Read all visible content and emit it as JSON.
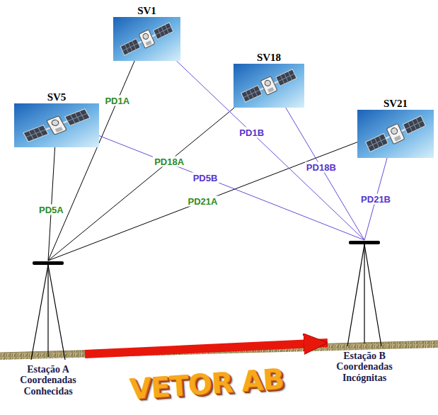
{
  "diagram": {
    "nodes": [
      {
        "text": [
          "SV5"
        ]
      },
      {
        "text": [
          "SV1"
        ]
      },
      {
        "text": [
          "SV18"
        ]
      },
      {
        "text": [
          "SV21"
        ]
      },
      {
        "text": [
          "Estação A Coordenadas Conhecidas"
        ]
      },
      {
        "text": [
          "Estação B Coordenadas Incógnitas"
        ]
      }
    ],
    "edges": [
      {
        "from": 4,
        "to": 0,
        "label": "PD5A",
        "arrow": "none"
      },
      {
        "from": 4,
        "to": 1,
        "label": "PD1A",
        "arrow": "none"
      },
      {
        "from": 4,
        "to": 2,
        "label": "PD18A",
        "arrow": "none"
      },
      {
        "from": 4,
        "to": 3,
        "label": "PD21A",
        "arrow": "none"
      },
      {
        "from": 5,
        "to": 0,
        "label": "PD5B",
        "arrow": "none"
      },
      {
        "from": 5,
        "to": 1,
        "label": "PD1B",
        "arrow": "none"
      },
      {
        "from": 5,
        "to": 2,
        "label": "PD18B",
        "arrow": "none"
      },
      {
        "from": 5,
        "to": 3,
        "label": "PD21B",
        "arrow": "none"
      },
      {
        "from": 4,
        "to": 5,
        "label": "VETOR AB",
        "arrow": "to"
      }
    ]
  }
}
